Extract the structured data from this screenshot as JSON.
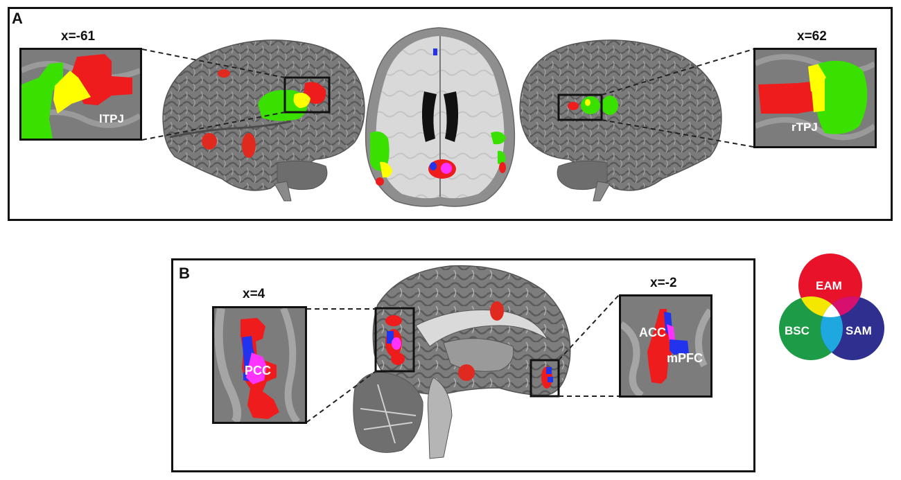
{
  "panel_a": {
    "letter": "A",
    "left_inset": {
      "coord": "x=-61",
      "roi": "lTPJ"
    },
    "right_inset": {
      "coord": "x=62",
      "roi": "rTPJ"
    }
  },
  "panel_b": {
    "letter": "B",
    "left_inset": {
      "coord": "x=4",
      "roi": "PCC"
    },
    "right_inset": {
      "coord": "x=-2",
      "roi_1": "ACC",
      "roi_2": "mPFC"
    }
  },
  "legend": {
    "circles": [
      {
        "label": "EAM",
        "color": "#e8122a"
      },
      {
        "label": "BSC",
        "color": "#1e9b46"
      },
      {
        "label": "SAM",
        "color": "#2e2f8f"
      }
    ],
    "overlap_colors": {
      "eam_bsc": "#f4e800",
      "eam_sam": "#d6106c",
      "bsc_sam": "#1fa8e0",
      "center": "#ffffff"
    }
  },
  "colors": {
    "red": "#ee1c1c",
    "green": "#39e000",
    "yellow": "#ffff00",
    "blue": "#2233ee",
    "magenta": "#ff33ff",
    "brain_gray": "#8c8c8c"
  }
}
